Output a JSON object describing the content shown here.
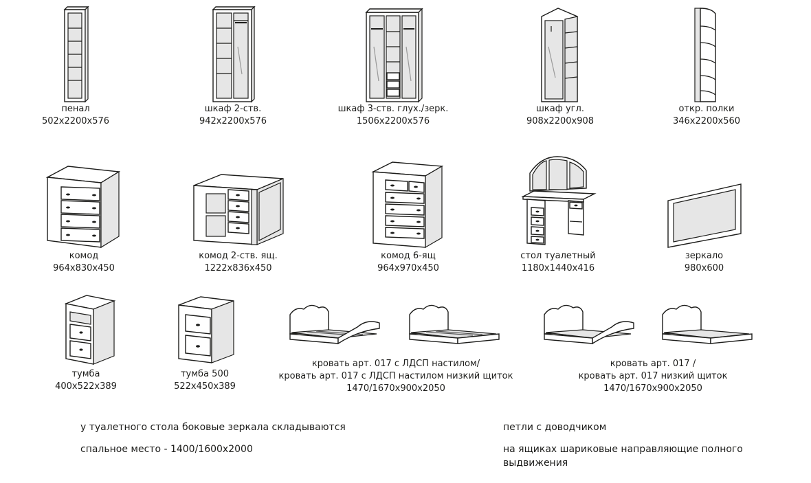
{
  "items": [
    {
      "name": "пенал",
      "size": "502x2200x576",
      "icon": "pencil-case-cabinet-icon"
    },
    {
      "name": "шкаф 2-ств.",
      "size": "942x2200x576",
      "icon": "two-door-wardrobe-icon"
    },
    {
      "name": "шкаф 3-ств. глух./зерк.",
      "size": "1506x2200x576",
      "icon": "three-door-wardrobe-icon"
    },
    {
      "name": "шкаф угл.",
      "size": "908x2200x908",
      "icon": "corner-wardrobe-icon"
    },
    {
      "name": "откр. полки",
      "size": "346x2200x560",
      "icon": "open-shelves-icon"
    },
    {
      "name": "комод",
      "size": "964x830x450",
      "icon": "chest-of-drawers-icon"
    },
    {
      "name": "комод 2-ств. ящ.",
      "size": "1222x836x450",
      "icon": "two-door-chest-icon"
    },
    {
      "name": "комод 6-ящ",
      "size": "964x970x450",
      "icon": "six-drawer-chest-icon"
    },
    {
      "name": "стол туалетный",
      "size": "1180x1440x416",
      "icon": "dressing-table-icon"
    },
    {
      "name": "зеркало",
      "size": "980x600",
      "icon": "mirror-icon"
    },
    {
      "name": "тумба",
      "size": "400x522x389",
      "icon": "nightstand-icon"
    },
    {
      "name": "тумба 500",
      "size": "522x450x389",
      "icon": "nightstand-500-icon"
    }
  ],
  "beds": [
    {
      "line1": "кровать арт. 017 с ЛДСП настилом/",
      "line2": "кровать арт. 017 с ЛДСП настилом низкий щиток",
      "size": "1470/1670x900x2050",
      "icon": "bed-icon"
    },
    {
      "line1": "кровать арт. 017 /",
      "line2": "кровать арт. 017 низкий щиток",
      "size": "1470/1670x900x2050",
      "icon": "bed-icon"
    }
  ],
  "notes": [
    "у туалетного стола боковые зеркала складываются",
    "спальное место - 1400/1600x2000",
    "петли с доводчиком",
    "на ящиках шариковые направляющие полного выдвижения"
  ]
}
